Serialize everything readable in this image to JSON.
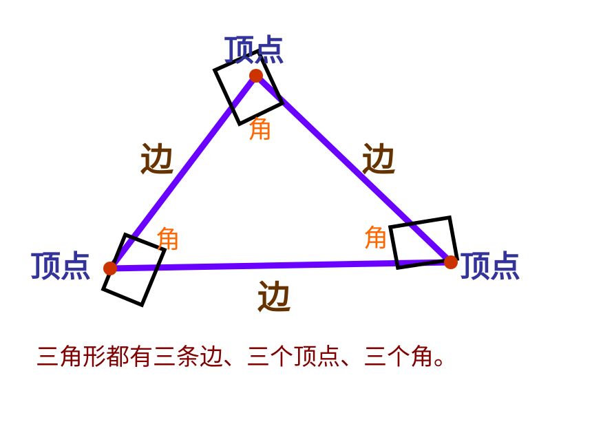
{
  "colors": {
    "triangle_stroke": "#6a00ff",
    "vertex_dot": "#cc3300",
    "vertex_label": "#333399",
    "edge_label": "#663300",
    "angle_label": "#ff6600",
    "angle_box": "#000000",
    "caption": "#800000"
  },
  "vertices": {
    "top_label": "顶点",
    "left_label": "顶点",
    "right_label": "顶点"
  },
  "edges": {
    "left_label": "边",
    "right_label": "边",
    "bottom_label": "边"
  },
  "angles": {
    "top_label": "角",
    "left_label": "角",
    "right_label": "角"
  },
  "caption": "三角形都有三条边、三个顶点、三个角。"
}
